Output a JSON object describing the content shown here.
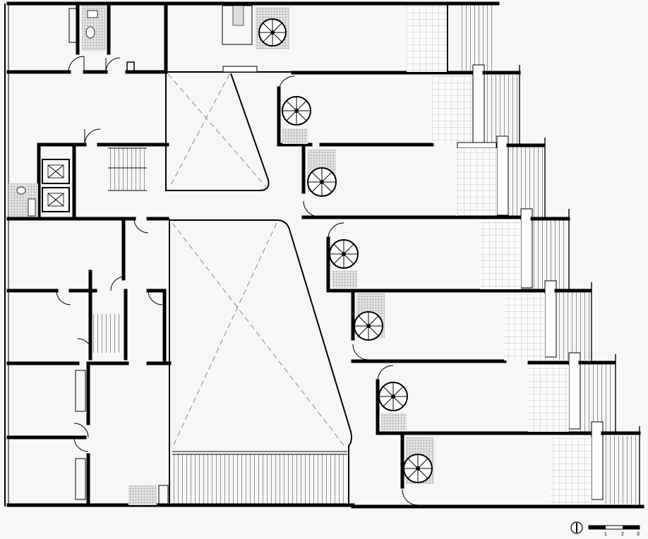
{
  "drawing": {
    "type": "architectural floor plan",
    "background": "#f7f7f7",
    "ink": "#000000",
    "tile_color": "#b5b5b5",
    "dash_color": "#888888"
  },
  "north_arrow": {
    "icon": "north-arrow-icon"
  },
  "scale_bar": {
    "labels": [
      "1",
      "2",
      "3"
    ]
  }
}
